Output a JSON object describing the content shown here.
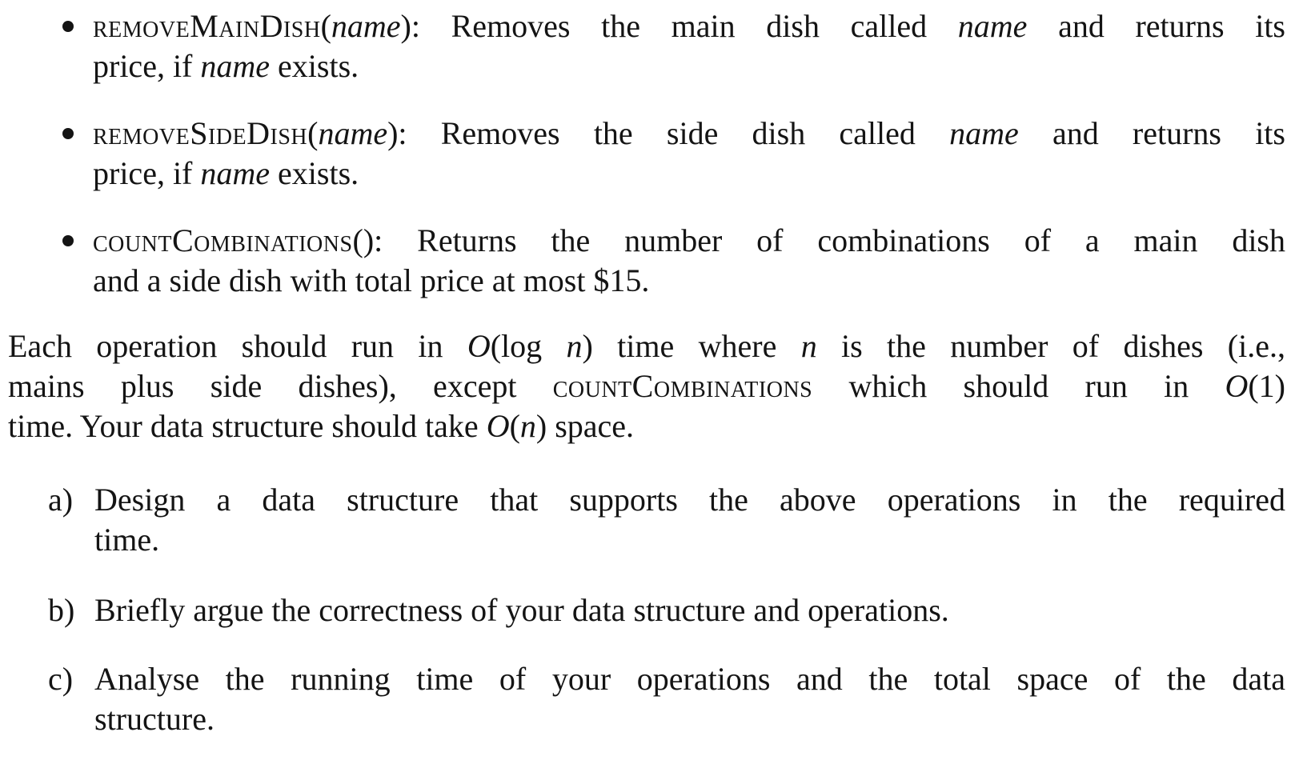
{
  "bullets": [
    {
      "op": "removeMainDish",
      "op_display_a": "remove",
      "op_display_b": "MainDish",
      "param": "name",
      "line1_a": "): Removes the main dish called ",
      "line1_b": " and returns its",
      "line2_a": "price, if ",
      "line2_b": " exists."
    },
    {
      "op_display_a": "remove",
      "op_display_b": "SideDish",
      "param": "name",
      "line1_a": "): Removes the side dish called ",
      "line1_b": " and returns its",
      "line2_a": "price, if ",
      "line2_b": " exists."
    },
    {
      "op_display_a": "count",
      "op_display_b": "Combinations",
      "line1_a": "(): Returns the number of combinations of a main dish",
      "line2": "and a side dish with total price at most $15."
    }
  ],
  "paragraph": {
    "l1_a": "Each operation should run in ",
    "l1_o": "O",
    "l1_b": "(log ",
    "l1_n": "n",
    "l1_c": ") time where ",
    "l1_n2": "n",
    "l1_d": " is the number of dishes (i.e.,",
    "l2_a": "mains plus side dishes), except ",
    "l2_op_a": "count",
    "l2_op_b": "Combinations",
    "l2_b": " which should run in ",
    "l2_o": "O",
    "l2_c": "(1)",
    "l3_a": "time. Your data structure should take ",
    "l3_o": "O",
    "l3_b": "(",
    "l3_n": "n",
    "l3_c": ") space."
  },
  "parts": [
    {
      "label": "a)",
      "line1": "Design a data structure that supports the above operations in the required",
      "line2": "time."
    },
    {
      "label": "b)",
      "line1": "Briefly argue the correctness of your data structure and operations."
    },
    {
      "label": "c)",
      "line1": "Analyse the running time of your operations and the total space of the data",
      "line2": "structure."
    }
  ]
}
